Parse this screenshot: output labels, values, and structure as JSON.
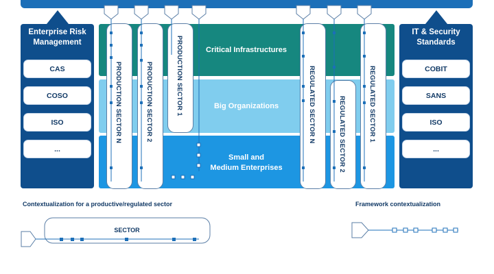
{
  "erm": {
    "title_line1": "Enterprise Risk",
    "title_line2": "Management",
    "items": [
      "CAS",
      "COSO",
      "ISO",
      "..."
    ]
  },
  "itsec": {
    "title_line1": "IT & Security",
    "title_line2": "Standards",
    "items": [
      "COBIT",
      "SANS",
      "ISO",
      "..."
    ]
  },
  "bands": {
    "critical": "Critical Infrastructures",
    "big": "Big Organizations",
    "sme_line1": "Small and",
    "sme_line2": "Medium Enterprises"
  },
  "sectors": {
    "prod_n": "PRODUCTION SECTOR N",
    "prod_2": "PRODUCTION SECTOR 2",
    "prod_1": "PRODUCTION SECTOR 1",
    "reg_n": "REGULATED SECTOR N",
    "reg_2": "REGULATED SECTOR 2",
    "reg_1": "REGULATED SECTOR 1"
  },
  "captions": {
    "left": "Contextualization for a productive/regulated sector",
    "right": "Framework contextualization"
  },
  "sector_label": "SECTOR",
  "colors": {
    "dark_panel": "#0f4e8c",
    "critical": "#16877f",
    "big": "#80cdee",
    "sme": "#1d96e2",
    "accent": "#1c6fb8"
  }
}
